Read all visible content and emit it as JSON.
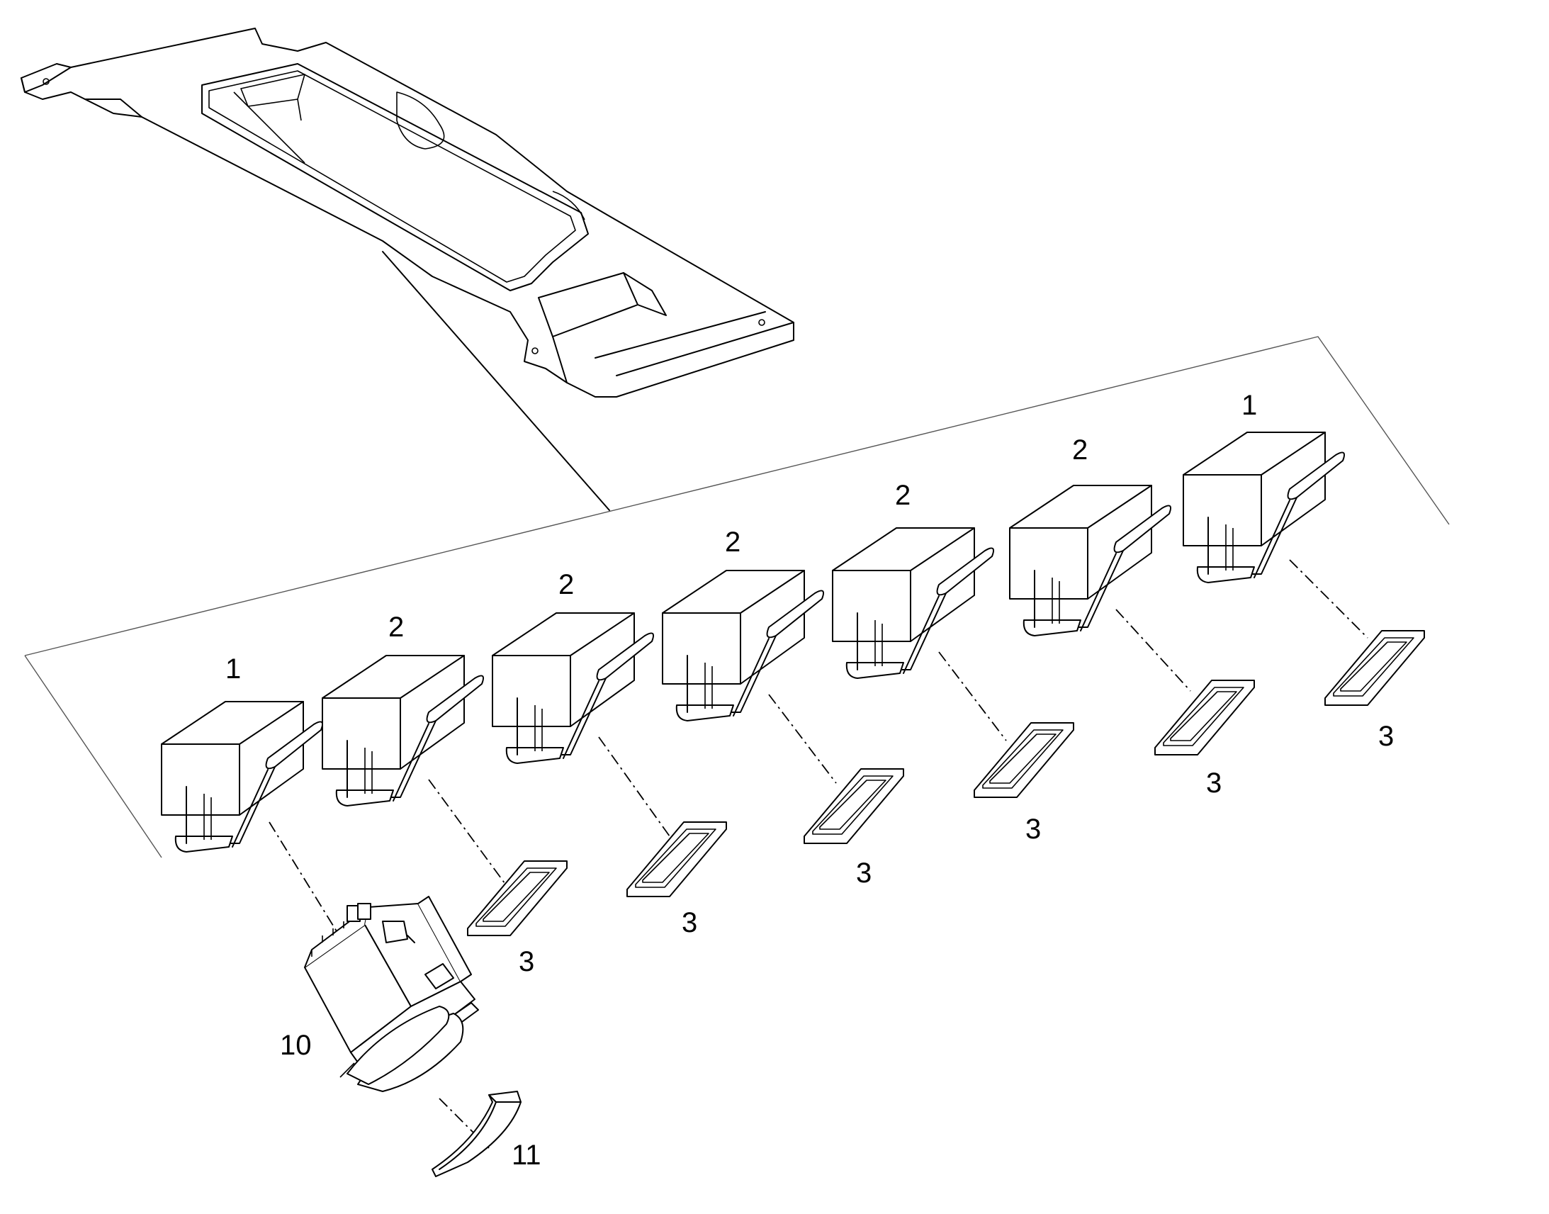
{
  "diagram": {
    "callouts": {
      "c1a": "1",
      "c1b": "1",
      "c2a": "2",
      "c2b": "2",
      "c2c": "2",
      "c2d": "2",
      "c2e": "2",
      "c3a": "3",
      "c3b": "3",
      "c3c": "3",
      "c3d": "3",
      "c3e": "3",
      "c3f": "3",
      "c10": "10",
      "c11": "11"
    }
  }
}
